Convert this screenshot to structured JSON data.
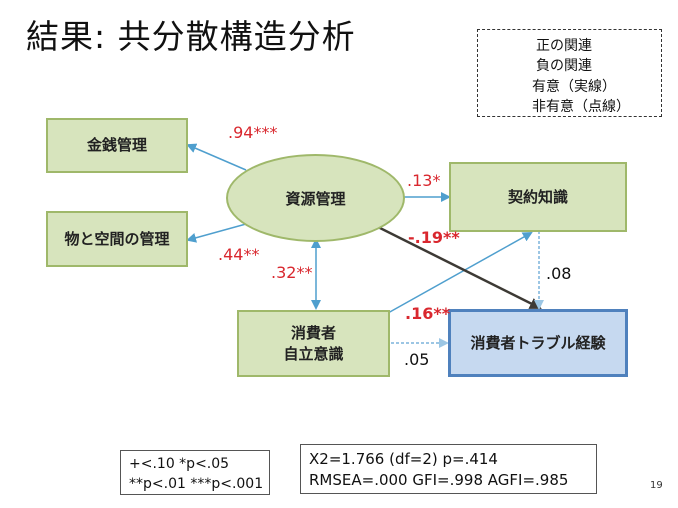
{
  "title": "結果: 共分散構造分析",
  "legend": {
    "items": [
      {
        "label": "正の関連"
      },
      {
        "label": "負の関連"
      },
      {
        "label": "有意（実線）"
      },
      {
        "label": "非有意（点線）"
      }
    ]
  },
  "nodes": {
    "money": "金銭管理",
    "space": "物と空間の管理",
    "resource": "資源管理",
    "contract": "契約知識",
    "consumer_line1": "消費者",
    "consumer_line2": "自立意識",
    "trouble": "消費者トラブル経験"
  },
  "paths": {
    "resource_money": ".94***",
    "resource_space": ".44**",
    "resource_contract": ".13*",
    "resource_trouble": "-.19**",
    "resource_consumer": ".32**",
    "consumer_contract": ".16**",
    "contract_trouble": ".08",
    "consumer_trouble": ".05"
  },
  "notes": {
    "significance_line1": "+<.10 *p<.05",
    "significance_line2": "**p<.01 ***p<.001",
    "fit_line1": "X2=1.766 (df=2) p=.414",
    "fit_line2": "RMSEA=.000 GFI=.998  AGFI=.985"
  },
  "page_number": "19",
  "colors": {
    "positive": "#4f9fce",
    "negative": "#3d3a35",
    "node_fill": "#d7e4bd",
    "node_border": "#9fb86a",
    "outcome_fill": "#c6d9f0",
    "outcome_border": "#4f81bd",
    "label_red": "#d9272e"
  }
}
